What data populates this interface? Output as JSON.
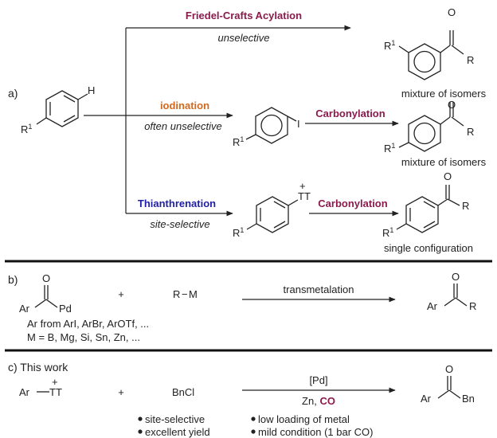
{
  "colors": {
    "ink": "#222222",
    "maroon": "#8b1a4d",
    "orange": "#d2691e",
    "blue": "#1f1fa8",
    "rule": "#111111"
  },
  "panel_a": {
    "label": "a)",
    "substituent": "R",
    "superscript": "1",
    "hydrogen": "H",
    "route1": {
      "reagent": "Friedel-Crafts Acylation",
      "condition": "unselective",
      "product_r": "R",
      "product_o": "O",
      "outcome": "mixture of isomers"
    },
    "route2": {
      "reagent": "iodination",
      "condition": "often unselective",
      "intermediate_x": "I",
      "step2": "Carbonylation",
      "product_r": "R",
      "product_o": "O",
      "outcome": "mixture of isomers"
    },
    "route3": {
      "reagent": "Thianthrenation",
      "condition": "site-selective",
      "intermediate_x": "TT",
      "charge": "+",
      "step2": "Carbonylation",
      "product_r": "R",
      "product_o": "O",
      "outcome": "single configuration"
    }
  },
  "panel_b": {
    "label": "b)",
    "acyl_o": "O",
    "acyl_ar": "Ar",
    "acyl_pd": "Pd",
    "plus": "+",
    "rm_r": "R",
    "rm_dash": "−",
    "rm_m": "M",
    "arrow_label": "transmetalation",
    "product_o": "O",
    "product_ar": "Ar",
    "product_r": "R",
    "note1": "Ar from ArI, ArBr, ArOTf, ...",
    "note2": "M = B, Mg, Si, Sn, Zn, ..."
  },
  "panel_c": {
    "label": "c) This work",
    "reagent_ar": "Ar",
    "reagent_tt": "TT",
    "charge": "+",
    "plus": "+",
    "partner": "BnCl",
    "catalyst": "[Pd]",
    "additive_zn": "Zn, ",
    "additive_co": "CO",
    "product_o": "O",
    "product_ar": "Ar",
    "product_bn": "Bn",
    "bullets_left": [
      "site-selective",
      "excellent yield"
    ],
    "bullets_right": [
      "low loading of metal",
      "mild condition (1 bar CO)"
    ]
  }
}
